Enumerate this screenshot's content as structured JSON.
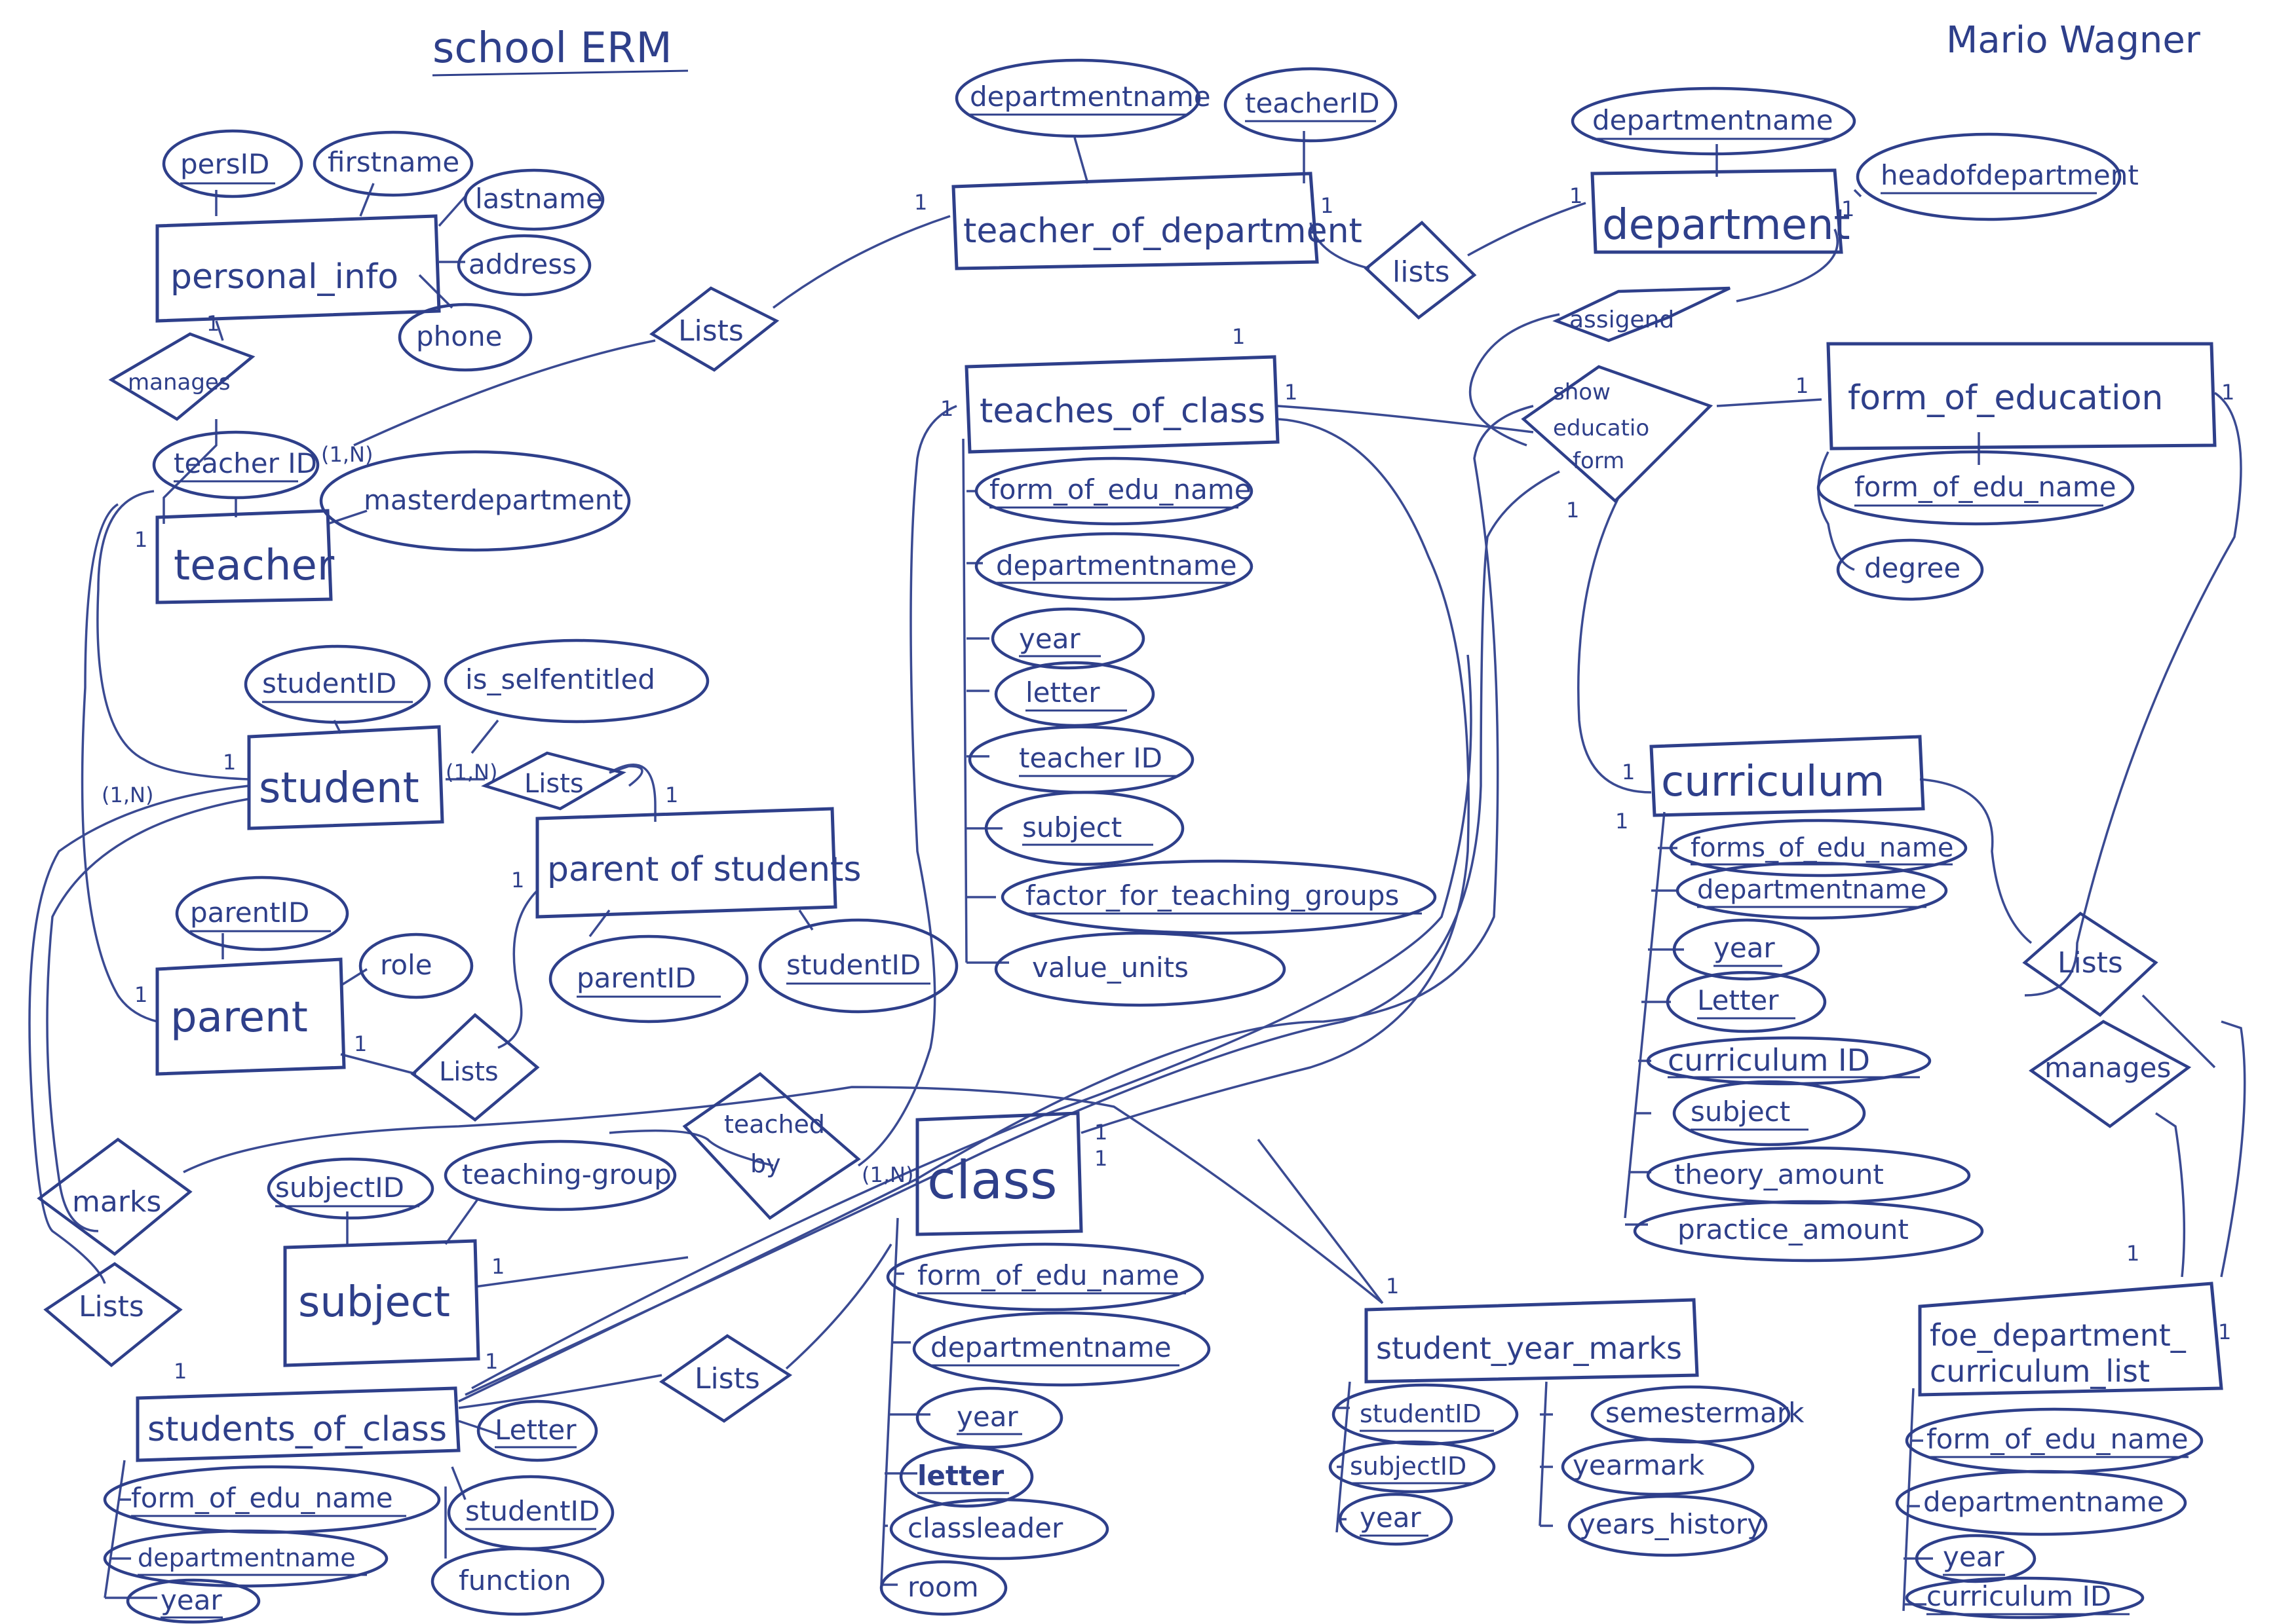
{
  "title": "school ERM",
  "author": "Mario Wagner",
  "entities": {
    "personal_info": "personal_info",
    "teacher_of_department": "teacher_of_department",
    "department": "department",
    "teacher": "teacher",
    "teaches_of_class": "teaches_of_class",
    "form_of_education": "form_of_education",
    "student": "student",
    "parent_of_students": "parent of students",
    "parent": "parent",
    "curriculum": "curriculum",
    "subject": "subject",
    "class": "class",
    "student_year_marks": "student_year_marks",
    "foe_department_curriculum_list": [
      "foe_department_",
      "curriculum_list"
    ],
    "students_of_class": "students_of_class"
  },
  "attributes": {
    "pers_id": "persID",
    "firstname": "firstname",
    "lastname": "lastname",
    "address": "address",
    "phone": "phone",
    "tod_departmentname": "departmentname",
    "tod_teacher_id": "teacherID",
    "dep_departmentname": "departmentname",
    "head_of_department": "headofdepartment",
    "teacher_id": "teacher ID",
    "masterdepartment": "masterdepartment",
    "toc_form_of_edu_name": "form_of_edu_name",
    "toc_departmentname": "departmentname",
    "toc_year": "year",
    "toc_letter": "letter",
    "toc_teacher_id": "teacher ID",
    "toc_subject": "subject",
    "toc_factor": "factor_for_teaching_groups",
    "toc_value_units": "value_units",
    "foe_form_of_edu_name": "form_of_edu_name",
    "foe_degree": "degree",
    "student_id": "studentID",
    "is_selfentitled": "is_selfentitled",
    "parent_id": "parentID",
    "role": "role",
    "pos_parent_id": "parentID",
    "pos_student_id": "studentID",
    "cur_forms_of_edu_name": "forms_of_edu_name",
    "cur_departmentname": "departmentname",
    "cur_year": "year",
    "cur_letter": "Letter",
    "cur_curriculum_id": "curriculum ID",
    "cur_subject": "subject",
    "cur_theory_amount": "theory_amount",
    "cur_practice_amount": "practice_amount",
    "subject_id": "subjectID",
    "teaching_group": "teaching-group",
    "cls_form_of_edu_name": "form_of_edu_name",
    "cls_departmentname": "departmentname",
    "cls_year": "year",
    "cls_letter": "letter",
    "cls_classleader": "classleader",
    "cls_room": "room",
    "sym_student_id": "studentID",
    "sym_subject_id": "subjectID",
    "sym_year": "year",
    "sym_semestermark": "semestermark",
    "sym_yearmark": "yearmark",
    "sym_years_history": "years_history",
    "fdcl_form_of_edu_name": "form_of_edu_name",
    "fdcl_departmentname": "departmentname",
    "fdcl_year": "year",
    "fdcl_curriculum_id": "curriculum ID",
    "soc_letter": "Letter",
    "soc_student_id": "studentID",
    "soc_function": "function",
    "soc_form_of_edu_name": "form_of_edu_name",
    "soc_departmentname": "departmentname",
    "soc_year": "year"
  },
  "relationships": {
    "manages_top": "manages",
    "lists_teacher": "Lists",
    "lists_department": "lists",
    "assigned": "assigend",
    "show_education_form": [
      "show",
      "educatio",
      "form"
    ],
    "lists_parent_student": "Lists",
    "lists_parent": "Lists",
    "teached_by": [
      "teached",
      "by"
    ],
    "marks": "marks",
    "lists_left": "Lists",
    "lists_class": "Lists",
    "lists_right": "Lists",
    "manages_right": "manages"
  },
  "cardinalities": {
    "tod_left": "1",
    "tod_right": "1",
    "dep_left": "1",
    "dep_right": "1",
    "pi_bottom": "1",
    "teacher_top": "(1,N)",
    "teacher_left": "1",
    "toc_top": "1",
    "toc_left": "1",
    "toc_right": "1",
    "foe_left": "1",
    "foe_right": "1",
    "show_bottom": "1",
    "student_right": "(1,N)",
    "student_left": "(1,N)",
    "student_top": "1",
    "pos_top": "1",
    "pos_left": "1",
    "parent_left": "1",
    "parent_right": "1",
    "cur_left": "1",
    "cur_bottom": "1",
    "subject_right": "1",
    "class_left": "(1,N)",
    "class_right_a": "1",
    "class_right_b": "1",
    "sym_top": "1",
    "fdcl_top": "1",
    "fdcl_right": "1",
    "soc_top": "1",
    "soc_right": "1"
  }
}
